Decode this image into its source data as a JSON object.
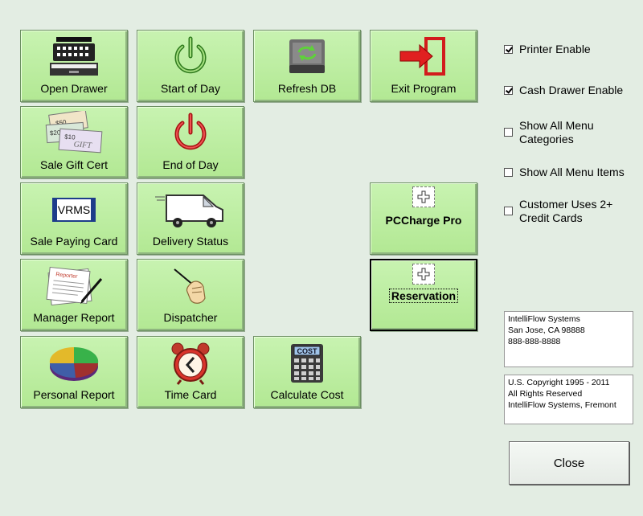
{
  "buttons": {
    "open_drawer": "Open Drawer",
    "start_of_day": "Start of Day",
    "refresh_db": "Refresh DB",
    "exit_program": "Exit Program",
    "sale_gift_cert": "Sale Gift Cert",
    "end_of_day": "End of Day",
    "sale_paying_card": "Sale Paying Card",
    "delivery_status": "Delivery Status",
    "pccharge_pro": "PCCharge Pro",
    "manager_report": "Manager Report",
    "dispatcher": "Dispatcher",
    "reservation": "Reservation",
    "personal_report": "Personal Report",
    "time_card": "Time Card",
    "calculate_cost": "Calculate Cost"
  },
  "icon_text": {
    "vrms": "VRMS",
    "cost": "COST",
    "gift_50": "$50",
    "gift_20": "$20",
    "gift_10": "$10",
    "gift_word": "GIFT",
    "report_word": "Reporter"
  },
  "options": [
    {
      "label": "Printer Enable",
      "checked": true
    },
    {
      "label": "Cash Drawer Enable",
      "checked": true
    },
    {
      "label": "Show All Menu Categories",
      "checked": false
    },
    {
      "label": "Show All Menu Items",
      "checked": false
    },
    {
      "label": "Customer Uses 2+ Credit Cards",
      "checked": false
    }
  ],
  "company_info": "IntelliFlow Systems\nSan Jose, CA 98888\n888-888-8888",
  "copyright_info": "U.S. Copyright 1995 - 2011\nAll Rights Reserved\nIntelliFlow  Systems, Fremont",
  "close_label": "Close",
  "colors": {
    "background": "#e3ede3",
    "tile": "#b8eb9a"
  }
}
